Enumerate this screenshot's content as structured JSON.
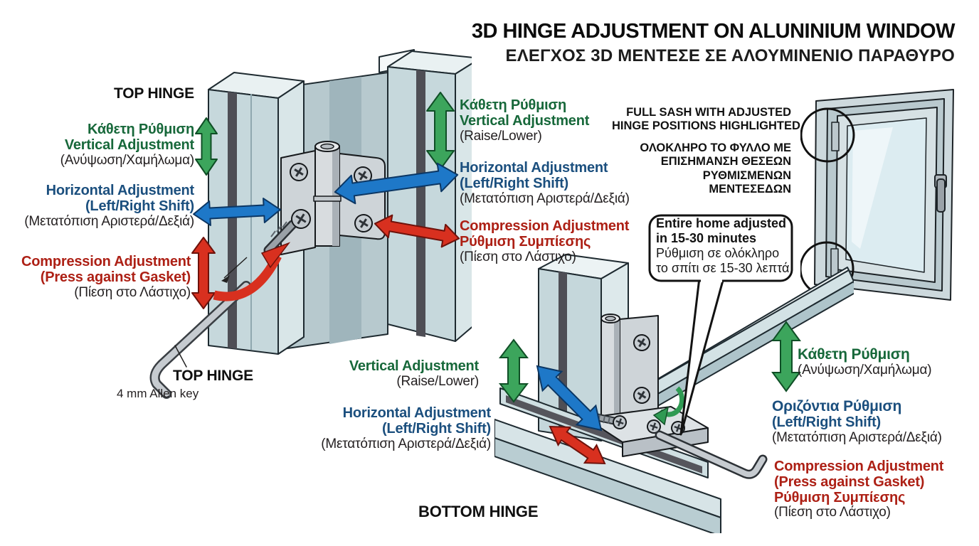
{
  "title": {
    "line1": "3D HINGE ADJUSTMENT ON ALUNINIUM WINDOW",
    "line2": "ΕΛΕΓΧΟΣ 3D ΜΕΝΤΕΣΕ ΣΕ ΑΛΟΥΜΙΝΕΝΙΟ ΠΑΡΑΘΥΡΟ"
  },
  "colors": {
    "green_text": "#17683a",
    "blue_text": "#1b4f7e",
    "red_text": "#ad2015",
    "dark_text": "#231f20",
    "arrow_green": "#3ca55c",
    "arrow_blue": "#1e78c8",
    "arrow_red": "#d8301f"
  },
  "top_hinge": {
    "heading": "TOP HINGE",
    "vertical_left": {
      "l1": "Κάθετη Ρύθμιση",
      "l2": "Vertical Adjustment",
      "l3": "(Ανύψωση/Χαμήλωμα)"
    },
    "horizontal_left": {
      "l1": "Horizontal Adjustment",
      "l2": "(Left/Right Shift)",
      "l3": "(Μετατόπιση Αριστερά/Δεξιά)"
    },
    "compression_left": {
      "l1": "Compression Adjustment",
      "l2": "(Press against Gasket)",
      "l3": "(Πίεση στο Λάστιχο)"
    },
    "vertical_right": {
      "l1": "Κάθετη Ρύθμιση",
      "l2": "Vertical Adjustment",
      "l3": "(Raise/Lower)"
    },
    "horizontal_right": {
      "l1": "Horizontal Adjustment",
      "l2": "(Left/Right Shift)",
      "l3": "(Μετατόπιση Αριστερά/Δεξιά)"
    },
    "compression_right": {
      "l1": "Compression Adjustment",
      "l2": "Ρύθμιση Συμπίεσης",
      "l3": "(Πίεση στο Λάστιχο)"
    },
    "tool_heading": "TOP HINGE",
    "tool_caption": "4 mm Allen key"
  },
  "sash_note": {
    "en1": "FULL SASH WITH ADJUSTED",
    "en2": "HINGE POSITIONS HIGHLIGHTED",
    "el1": "ΟΛΟΚΛΗΡΟ ΤΟ ΦΥΛΛΟ ΜΕ",
    "el2": "ΕΠΙΣΗΜΑΝΣΗ ΘΕΣΕΩΝ",
    "el3": "ΡΥΘΜΙΣΜΕΝΩΝ",
    "el4": "ΜΕΝΤΕΣΕΔΩΝ"
  },
  "callout": {
    "en1": "Entire home adjusted",
    "en2": "in 15-30 minutes",
    "el1": "Ρύθμιση σε ολόκληρο",
    "el2": "το σπίτι σε 15-30 λεπτά"
  },
  "bottom_hinge": {
    "heading": "BOTTOM HINGE",
    "vertical_left": {
      "l1": "Vertical Adjustment",
      "l2": "(Raise/Lower)"
    },
    "horizontal_left": {
      "l1": "Horizontal Adjustment",
      "l2": "(Left/Right Shift)",
      "l3": "(Μετατόπιση Αριστερά/Δεξιά)"
    },
    "vertical_right": {
      "l1": "Κάθετη Ρύθμιση",
      "l2": "(Ανύψωση/Χαμήλωμα)"
    },
    "horizontal_right": {
      "l1": "Οριζόντια Ρύθμιση",
      "l2": "(Left/Right Shift)",
      "l3": "(Μετατόπιση Αριστερά/Δεξιά)"
    },
    "compression_right": {
      "l1": "Compression Adjustment",
      "l2": "(Press against Gasket)",
      "l3": "Ρύθμιση Συμπίεσης",
      "l4": "(Πίεση στο Λάστιχο)"
    }
  }
}
